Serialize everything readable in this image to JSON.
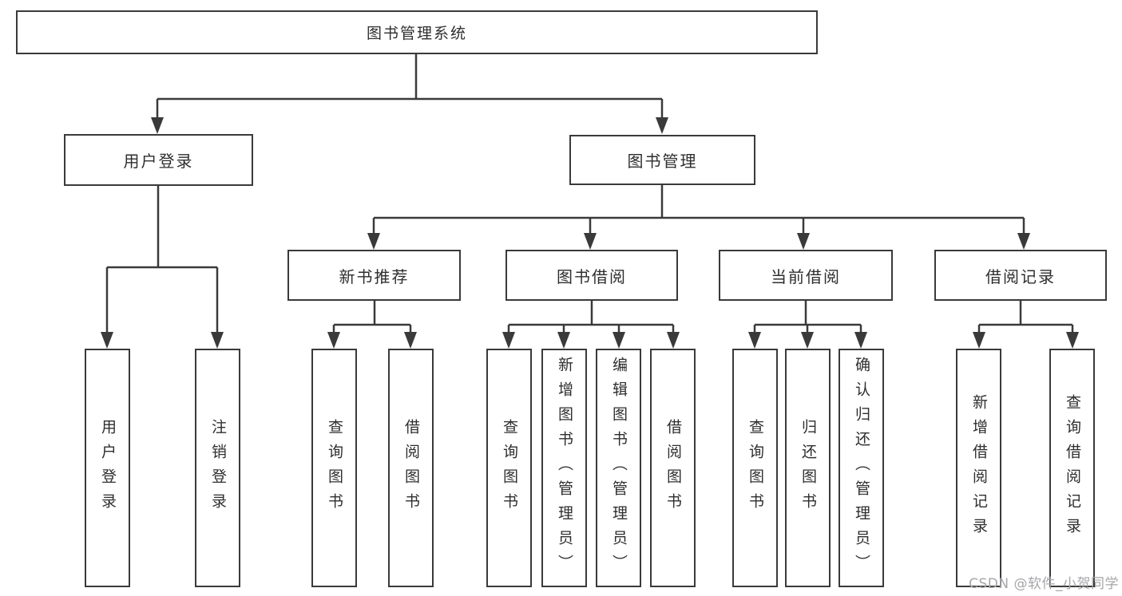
{
  "colors": {
    "background": "#ffffff",
    "line": "#3a3a3a",
    "box_border": "#3a3a3a",
    "text": "#2e2e2e",
    "watermark": "#a6a6aa"
  },
  "watermark": "CSDN @软件_小贺同学",
  "tree": {
    "root": "图书管理系统",
    "login": {
      "label": "用户登录",
      "children": [
        "用户登录",
        "注销登录"
      ]
    },
    "management": {
      "label": "图书管理",
      "sections": [
        {
          "label": "新书推荐",
          "children": [
            "查询图书",
            "借阅图书"
          ]
        },
        {
          "label": "图书借阅",
          "children": [
            "查询图书",
            "新增图书（管理员）",
            "编辑图书（管理员）",
            "借阅图书"
          ]
        },
        {
          "label": "当前借阅",
          "children": [
            "查询图书",
            "归还图书",
            "确认归还（管理员）"
          ]
        },
        {
          "label": "借阅记录",
          "children": [
            "新增借阅记录",
            "查询借阅记录"
          ]
        }
      ]
    }
  }
}
